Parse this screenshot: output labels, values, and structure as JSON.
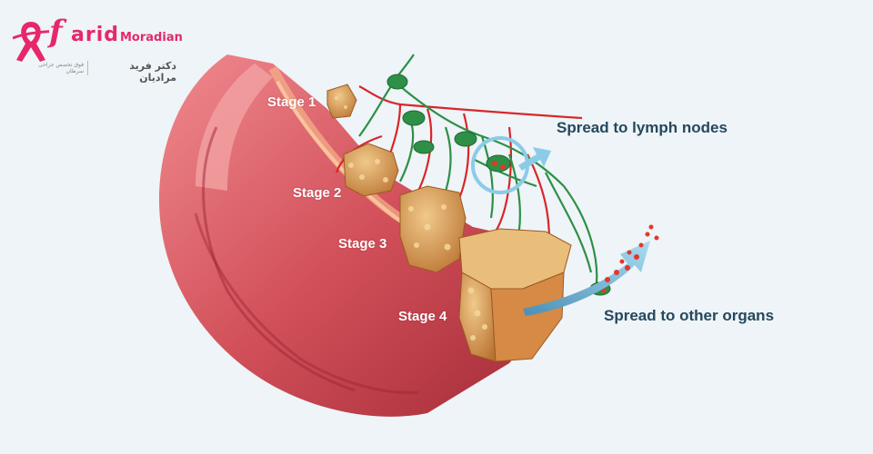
{
  "logo": {
    "letter": "f",
    "name_rest": "arid",
    "surname": "Moradian",
    "name_fa": "دکتر فرید مرادیان",
    "subtitle_fa": "فوق تخصص جراحی سرطان",
    "brand_color": "#e6286a"
  },
  "stages": [
    {
      "label": "Stage 1"
    },
    {
      "label": "Stage 2"
    },
    {
      "label": "Stage 3"
    },
    {
      "label": "Stage 4"
    }
  ],
  "callouts": {
    "lymph": "Spread to lymph nodes",
    "organs": "Spread to other organs"
  },
  "colors": {
    "background": "#eef4f7",
    "colon": "#c9434c",
    "tumor": "#d49a4e",
    "lymph_vessel": "#2e8f47",
    "blood_vessel": "#d8262a",
    "arrow": "#8ccbe8",
    "callout_text": "#25485e"
  }
}
